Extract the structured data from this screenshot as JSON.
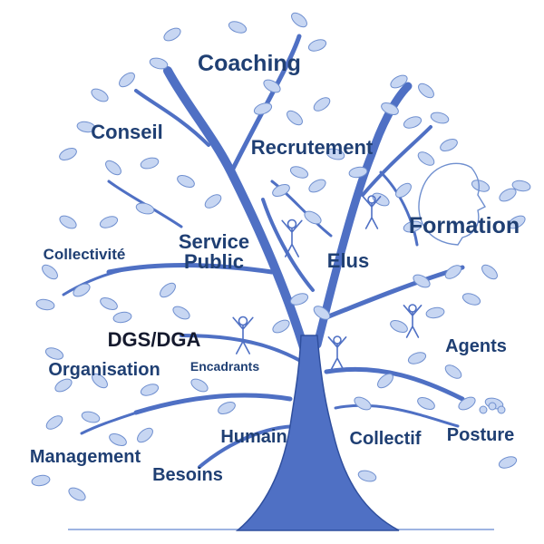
{
  "colors": {
    "trunk": "#4f70c4",
    "trunk_edge": "#2f4f9e",
    "leaf_fill": "#c7d6f2",
    "leaf_stroke": "#6f8fcf",
    "text": "#1f3f73",
    "text_dark": "#151a2e",
    "ground": "#7f9cd8"
  },
  "icons": [
    "tree-illustration",
    "person-figure-icon",
    "head-profile-icon",
    "people-group-icon",
    "leaf-icon"
  ],
  "words": {
    "coaching": "Coaching",
    "conseil": "Conseil",
    "recrutement": "Recrutement",
    "formation": "Formation",
    "collectivite": "Collectivité",
    "service": "Service",
    "public": "Public",
    "elus": "Elus",
    "dgs_dga": "DGS/DGA",
    "agents": "Agents",
    "organisation": "Organisation",
    "encadrants": "Encadrants",
    "humain": "Humain",
    "collectif": "Collectif",
    "posture": "Posture",
    "management": "Management",
    "besoins": "Besoins"
  }
}
